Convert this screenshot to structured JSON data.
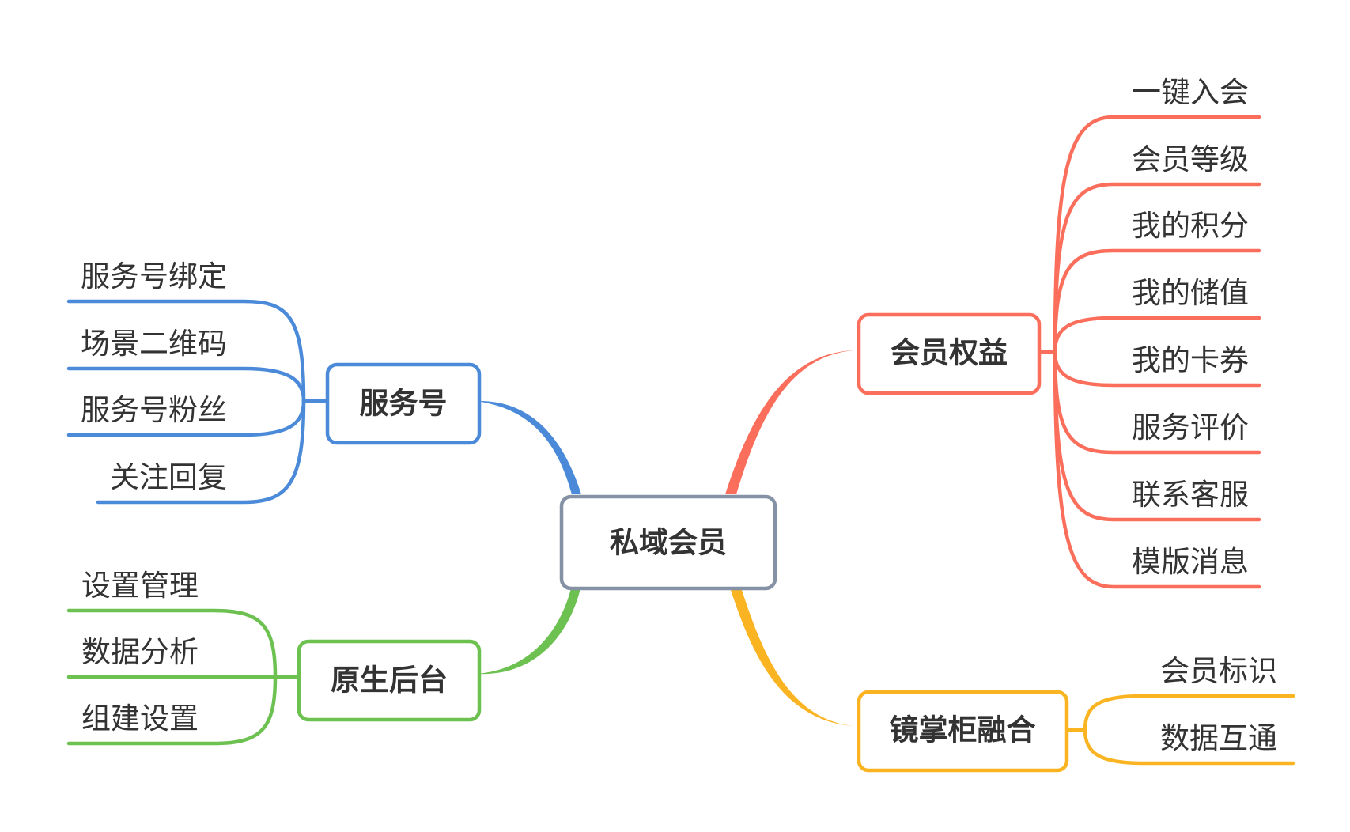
{
  "colors": {
    "root": "#8591a5",
    "blue": "#4a8ad9",
    "green": "#6cc150",
    "red": "#fa6e5b",
    "orange": "#fab422",
    "text": "#333333",
    "background": "#ffffff"
  },
  "root": {
    "label": "私域会员"
  },
  "branches": {
    "service": {
      "label": "服务号",
      "children": [
        "服务号绑定",
        "场景二维码",
        "服务号粉丝",
        "关注回复"
      ]
    },
    "backend": {
      "label": "原生后台",
      "children": [
        "设置管理",
        "数据分析",
        "组建设置"
      ]
    },
    "benefits": {
      "label": "会员权益",
      "children": [
        "一键入会",
        "会员等级",
        "我的积分",
        "我的储值",
        "我的卡券",
        "服务评价",
        "联系客服",
        "模版消息"
      ]
    },
    "mirror": {
      "label": "镜掌柜融合",
      "children": [
        "会员标识",
        "数据互通"
      ]
    }
  }
}
